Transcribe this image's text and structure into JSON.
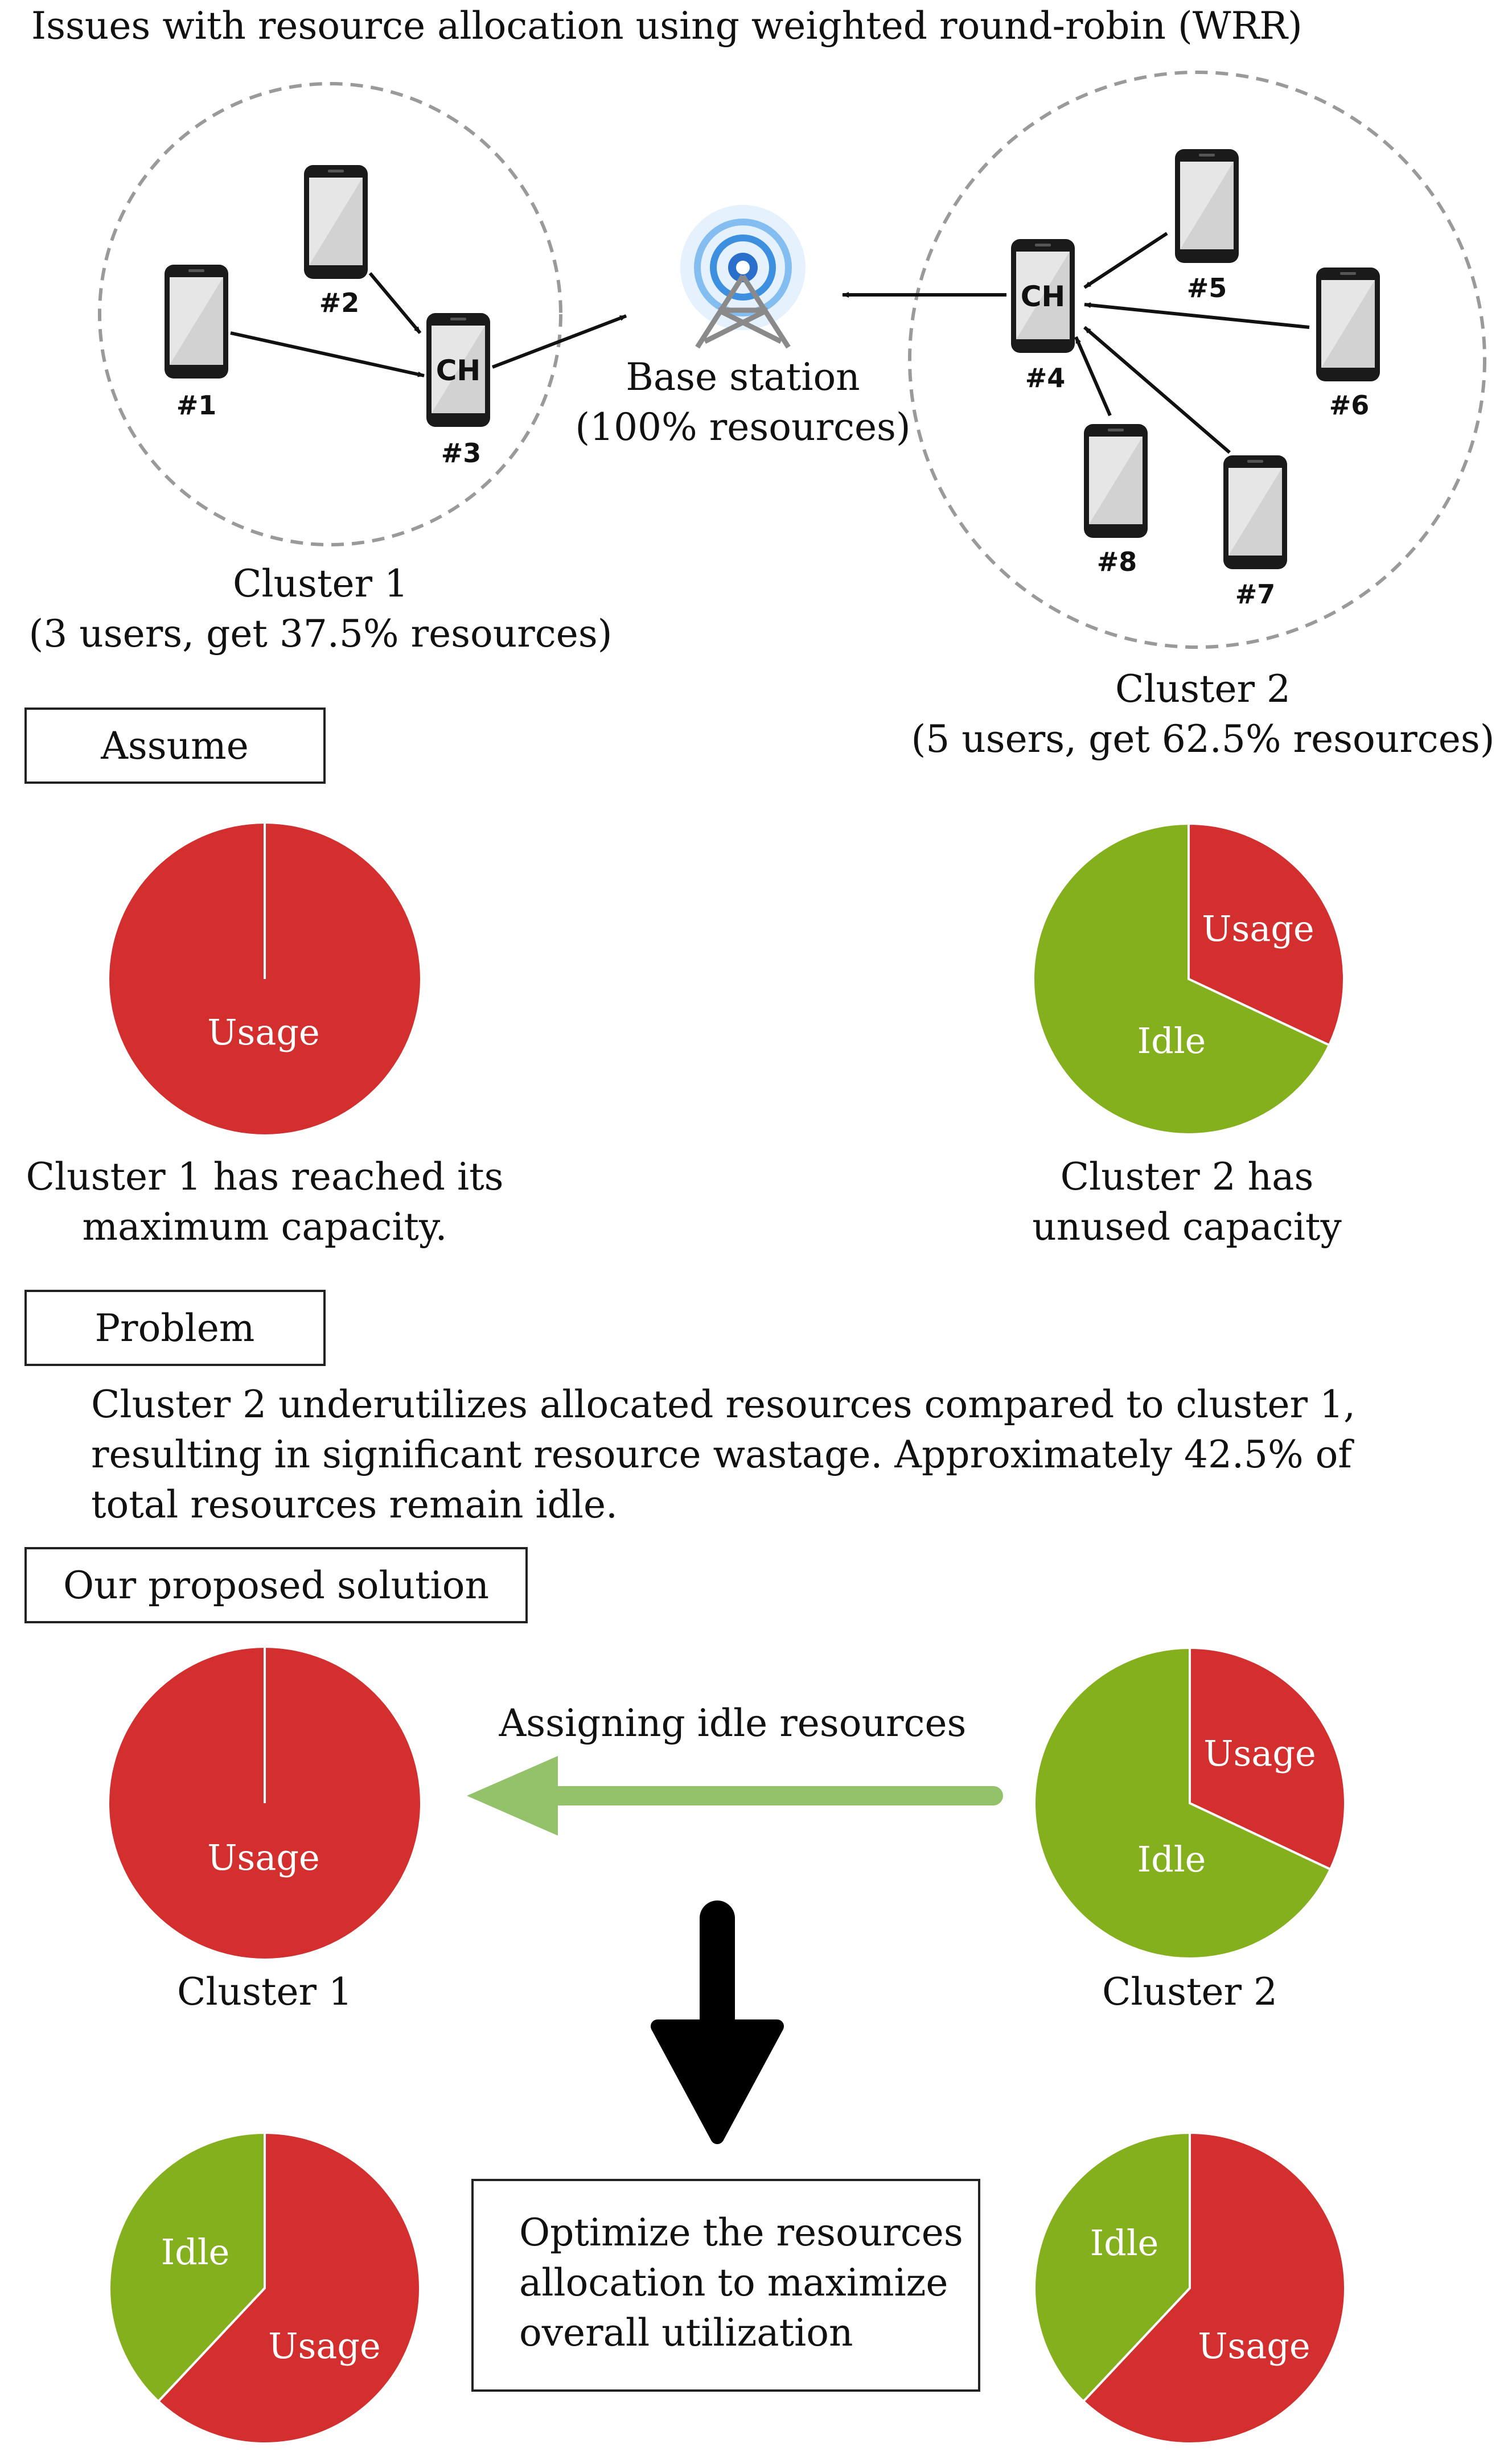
{
  "title": "Issues with resource allocation using weighted round-robin (WRR)",
  "base_station": {
    "line1": "Base station",
    "line2": "(100% resources)"
  },
  "cluster1": {
    "phones": [
      "#1",
      "#2"
    ],
    "head_text": "CH",
    "head_number": "#3",
    "caption_line1": "Cluster 1",
    "caption_line2": "(3 users, get 37.5% resources)"
  },
  "cluster2": {
    "phones": [
      "#5",
      "#6",
      "#7",
      "#8"
    ],
    "head_text": "CH",
    "head_number": "#4",
    "caption_line1": "Cluster 2",
    "caption_line2": "(5 users, get 62.5% resources)"
  },
  "assume": {
    "label": "Assume",
    "cluster1_text_line1": "Cluster 1 has reached its",
    "cluster1_text_line2": "maximum capacity.",
    "cluster2_text_line1": "Cluster 2 has",
    "cluster2_text_line2": "unused capacity"
  },
  "problem": {
    "label": "Problem",
    "line1": "Cluster 2 underutilizes allocated resources compared to cluster 1,",
    "line2": "resulting in significant resource wastage. Approximately 42.5% of",
    "line3": "total resources remain idle."
  },
  "solution": {
    "label": "Our proposed solution",
    "arrow_label": "Assigning idle resources",
    "cluster1_label": "Cluster 1",
    "cluster2_label": "Cluster 2",
    "box_line1": "Optimize the resources",
    "box_line2": "allocation to maximize",
    "box_line3": "overall utilization"
  },
  "pie_labels": {
    "usage": "Usage",
    "idle": "Idle"
  },
  "colors": {
    "usage": "#d32f2f",
    "idle": "#84b01e",
    "transfer_arrow": "#93c26a",
    "down_arrow": "#000000"
  },
  "chart_data": [
    {
      "type": "pie",
      "categories": [
        "Usage"
      ],
      "values": [
        100
      ]
    },
    {
      "type": "pie",
      "categories": [
        "Usage",
        "Idle"
      ],
      "values": [
        32,
        68
      ]
    },
    {
      "type": "pie",
      "categories": [
        "Usage"
      ],
      "values": [
        100
      ]
    },
    {
      "type": "pie",
      "categories": [
        "Usage",
        "Idle"
      ],
      "values": [
        32,
        68
      ]
    },
    {
      "type": "pie",
      "categories": [
        "Usage",
        "Idle"
      ],
      "values": [
        62,
        38
      ]
    },
    {
      "type": "pie",
      "categories": [
        "Usage",
        "Idle"
      ],
      "values": [
        62,
        38
      ]
    }
  ]
}
